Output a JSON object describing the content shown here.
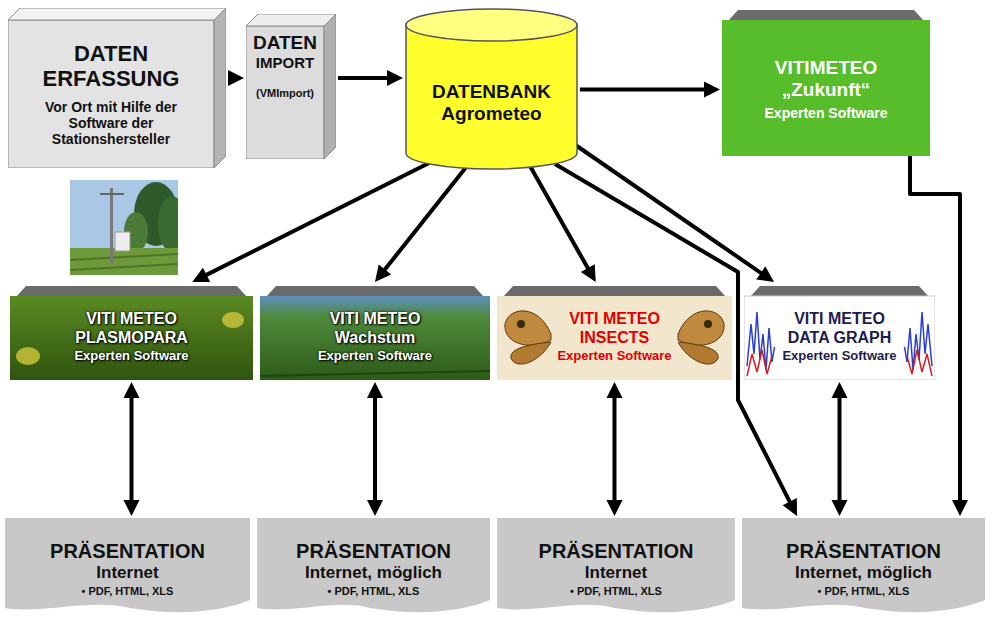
{
  "diagram": {
    "nodes": [
      {
        "text": [
          "DATEN ERFASSUNG",
          "Vor Ort mit Hilfe der Software der Stationshersteller"
        ]
      },
      {
        "text": [
          "DATEN",
          "IMPORT",
          "(VMImport)"
        ]
      },
      {
        "text": [
          "DATENBANK Agrometeo"
        ]
      },
      {
        "text": [
          "VITIMETEO „Zukunft“",
          "Experten Software"
        ]
      },
      {
        "text": [
          "VITI METEO PLASMOPARA",
          "Experten Software"
        ]
      },
      {
        "text": [
          "VITI METEO Wachstum",
          "Experten Software"
        ]
      },
      {
        "text": [
          "VITI METEO INSECTS",
          "Experten Software"
        ]
      },
      {
        "text": [
          "VITI METEO DATA GRAPH",
          "Experten Software"
        ]
      },
      {
        "text": [
          "PRÄSENTATION",
          "Internet",
          "• PDF, HTML, XLS"
        ]
      },
      {
        "text": [
          "PRÄSENTATION",
          "Internet, möglich",
          "• PDF, HTML, XLS"
        ]
      },
      {
        "text": [
          "PRÄSENTATION",
          "Internet",
          "• PDF, HTML, XLS"
        ]
      },
      {
        "text": [
          "PRÄSENTATION",
          "Internet, möglich",
          "• PDF, HTML, XLS"
        ]
      }
    ],
    "edges": [
      {
        "from": 0,
        "to": 1,
        "arrow": "to"
      },
      {
        "from": 1,
        "to": 2,
        "arrow": "to"
      },
      {
        "from": 2,
        "to": 3,
        "arrow": "to"
      },
      {
        "from": 2,
        "to": 4,
        "arrow": "to"
      },
      {
        "from": 2,
        "to": 5,
        "arrow": "to"
      },
      {
        "from": 2,
        "to": 6,
        "arrow": "to"
      },
      {
        "from": 2,
        "to": 7,
        "arrow": "to"
      },
      {
        "from": 2,
        "to": 11,
        "arrow": "to"
      },
      {
        "from": 3,
        "to": 11,
        "arrow": "to"
      },
      {
        "from": 4,
        "to": 8,
        "arrow": "both"
      },
      {
        "from": 5,
        "to": 9,
        "arrow": "both"
      },
      {
        "from": 6,
        "to": 10,
        "arrow": "both"
      },
      {
        "from": 7,
        "to": 11,
        "arrow": "both"
      }
    ]
  }
}
